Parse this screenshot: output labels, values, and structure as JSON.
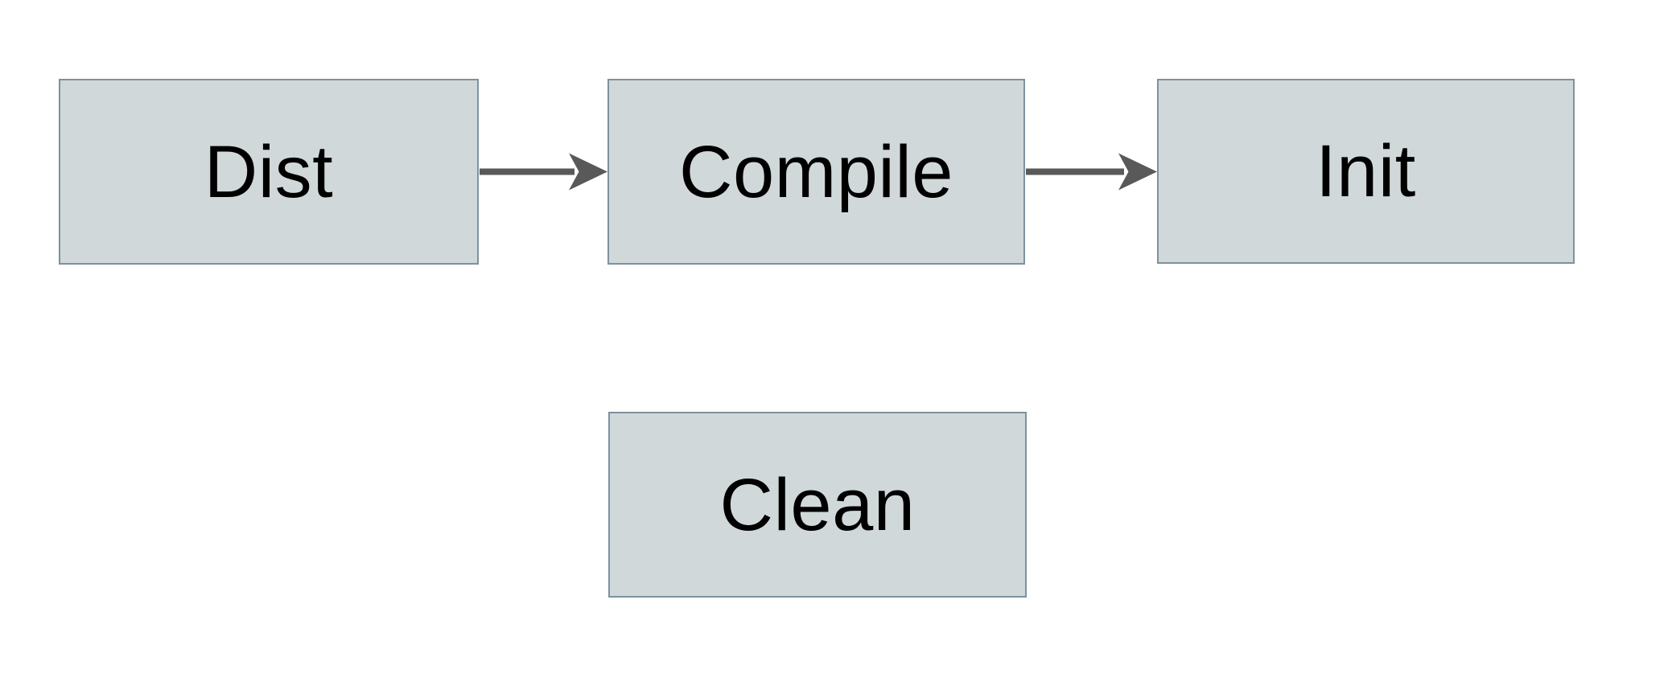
{
  "diagram": {
    "title": "",
    "nodes": [
      {
        "id": "dist",
        "label": "Dist"
      },
      {
        "id": "compile",
        "label": "Compile"
      },
      {
        "id": "init",
        "label": "Init"
      },
      {
        "id": "clean",
        "label": "Clean"
      }
    ],
    "edges": [
      {
        "from": "Dist",
        "to": "Compile",
        "direction": "right"
      },
      {
        "from": "Compile",
        "to": "Init",
        "direction": "right"
      }
    ],
    "colors": {
      "background": "#ffffff",
      "node_fill": "#d1d8da",
      "node_border": "#7d929d",
      "arrow": "#595959",
      "text": "#000000"
    }
  }
}
